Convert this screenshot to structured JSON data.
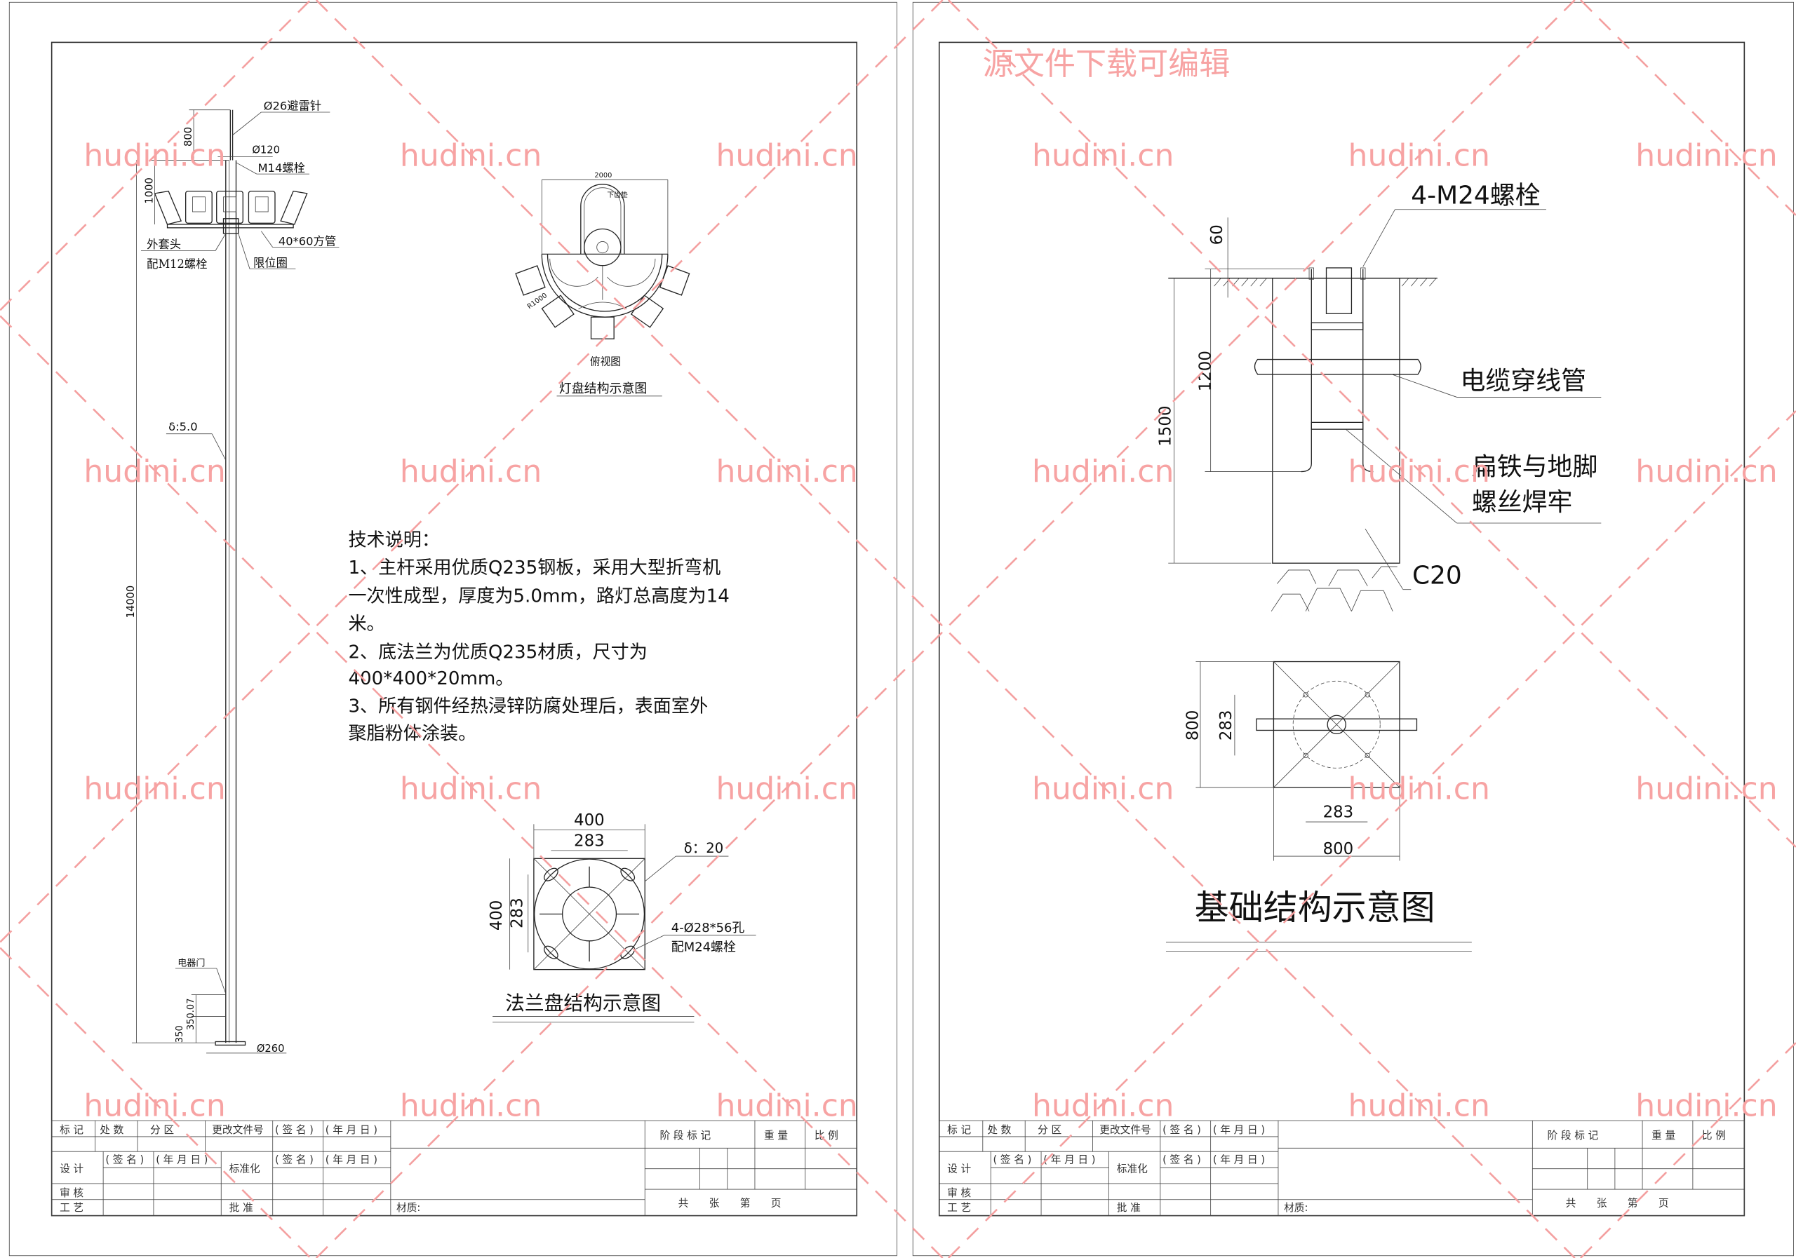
{
  "watermark": {
    "banner": "源文件下载可编辑",
    "site": "hudini.cn"
  },
  "pole": {
    "rod_label": "Ø26避雷针",
    "rod_dim": "800",
    "pole_dia": "Ø120",
    "bolt_label": "M14螺栓",
    "lamp_dim": "1000",
    "sleeve_label": "外套头",
    "sleeve_bolt": "配M12螺栓",
    "tube_label": "40*60方管",
    "ring_label": "限位圈",
    "thickness": "δ:5.0",
    "height_dim": "14000",
    "door_label": "电器门",
    "door_dim": "350.07",
    "base_dim": "350",
    "base_dia": "Ø260"
  },
  "top_view": {
    "width_dim": "2000",
    "radius_dim": "R1000",
    "note": "下齿垫",
    "caption": "俯视图",
    "title": "灯盘结构示意图"
  },
  "tech_notes": {
    "title": "技术说明：",
    "lines": [
      "1、主杆采用优质Q235钢板，采用大型折弯机",
      "一次性成型，厚度为5.0mm，路灯总高度为14",
      "米。",
      "2、底法兰为优质Q235材质，尺寸为",
      "400*400*20mm。",
      "3、所有钢件经热浸锌防腐处理后，表面室外",
      "聚脂粉体涂装。"
    ]
  },
  "flange": {
    "outer_dim": "400",
    "inner_dim": "283",
    "thickness": "δ：20",
    "hole_label": "4-Ø28*56孔",
    "hole_bolt": "配M24螺栓",
    "title": "法兰盘结构示意图"
  },
  "foundation": {
    "bolt_label": "4-M24螺栓",
    "dim_60": "60",
    "dim_1200": "1200",
    "dim_1500": "1500",
    "conduit_label": "电缆穿线管",
    "weld_label_1": "扁铁与地脚",
    "weld_label_2": "螺丝焊牢",
    "concrete": "C20",
    "plan_outer": "800",
    "plan_inner": "283",
    "title": "基础结构示意图"
  },
  "title_block": {
    "mark": "标 记",
    "count": "处 数",
    "zone": "分 区",
    "change_doc": "更改文件号",
    "sign": "( 签 名 )",
    "date": "( 年 月 日 )",
    "design": "设 计",
    "standard": "标准化",
    "review": "审 核",
    "process": "工 艺",
    "approve": "批 准",
    "material": "材质:",
    "stage_mark": "阶 段 标 记",
    "weight": "重 量",
    "scale": "比 例",
    "sheets": "共　　张　　第　　页"
  }
}
